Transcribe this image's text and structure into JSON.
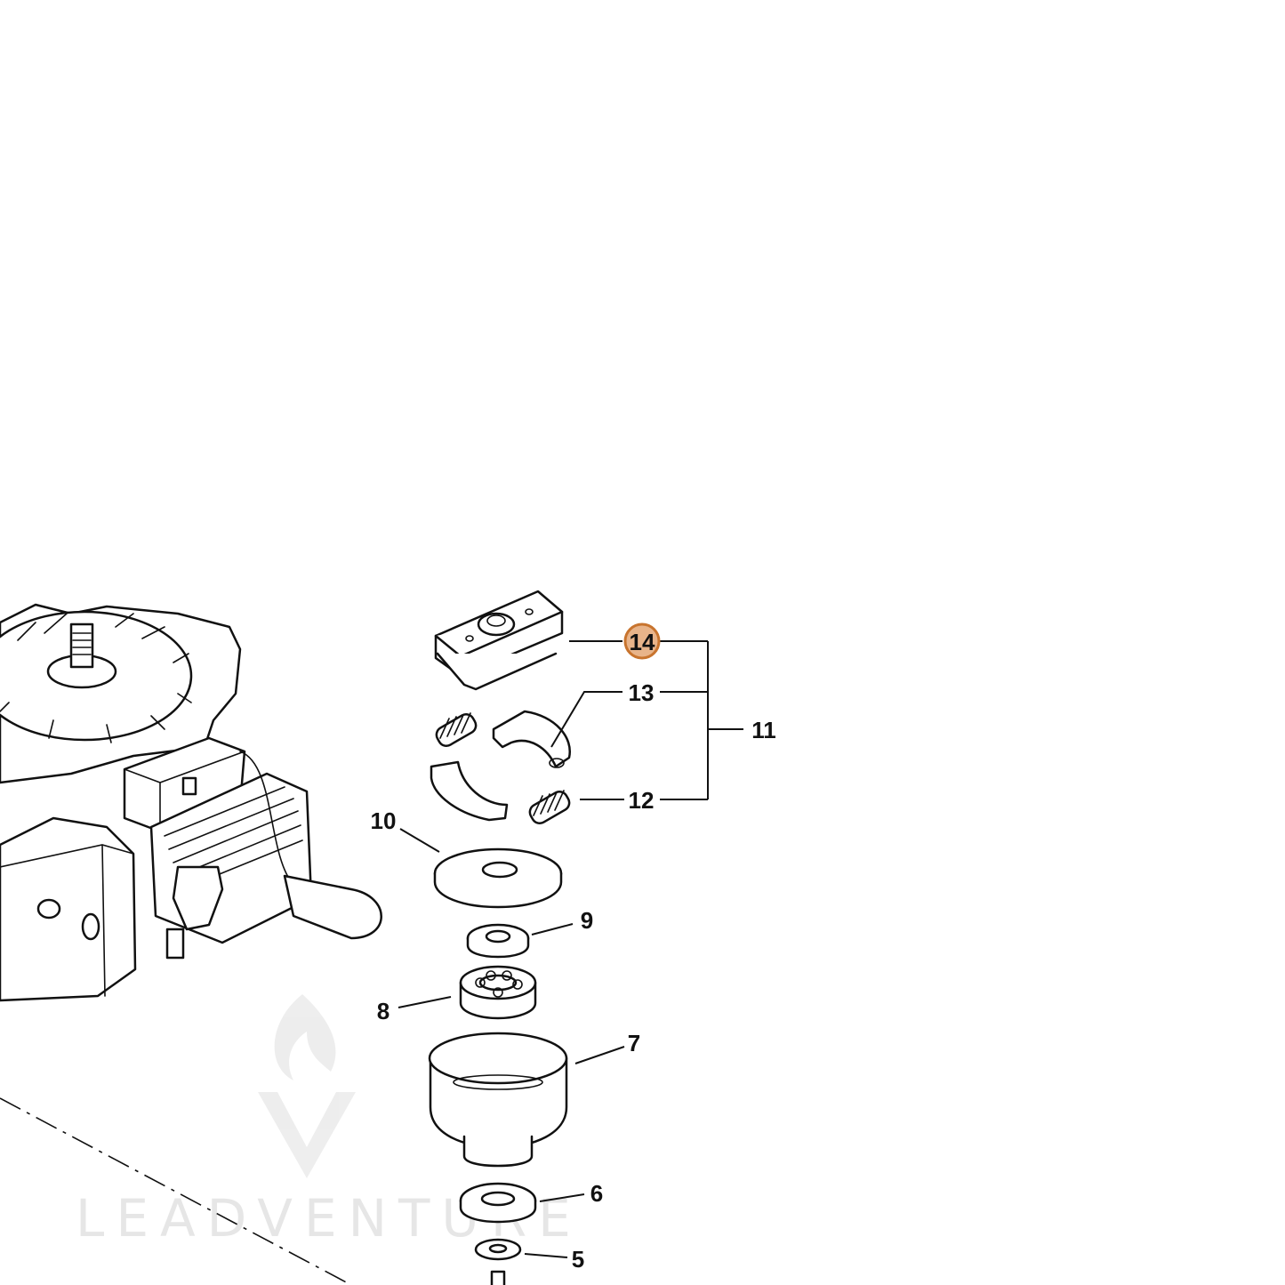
{
  "diagram": {
    "callouts": [
      {
        "id": "14",
        "text": "14",
        "highlighted": true
      },
      {
        "id": "13",
        "text": "13"
      },
      {
        "id": "11",
        "text": "11"
      },
      {
        "id": "12",
        "text": "12"
      },
      {
        "id": "10",
        "text": "10"
      },
      {
        "id": "9",
        "text": "9"
      },
      {
        "id": "8",
        "text": "8"
      },
      {
        "id": "7",
        "text": "7"
      },
      {
        "id": "6",
        "text": "6"
      },
      {
        "id": "5",
        "text": "5"
      }
    ],
    "highlight_color": "#e8b48a",
    "highlight_stroke": "#c8742e"
  },
  "watermark": {
    "text": "LEADVENTURE",
    "icon": "leadventure-flame-logo-icon"
  }
}
